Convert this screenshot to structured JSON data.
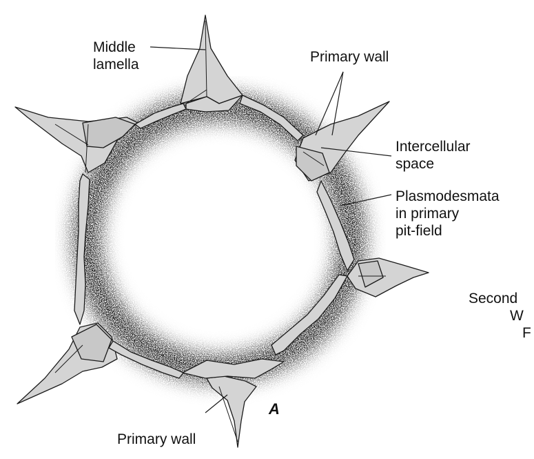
{
  "figure": {
    "panel_letter": "A",
    "labels": {
      "middle_lamella": [
        "Middle",
        "lamella"
      ],
      "primary_wall_top": "Primary wall",
      "intercellular_space": [
        "Intercellular",
        "space"
      ],
      "plasmodesmata": [
        "Plasmodesmata",
        "in primary",
        "pit-field"
      ],
      "primary_wall_bottom": "Primary wall",
      "secondary_wall_fragment": [
        "Second",
        "W",
        "F"
      ]
    }
  },
  "colors": {
    "wall_fill": "#d4d4d4",
    "ink": "#1a1a1a",
    "background": "#ffffff"
  }
}
